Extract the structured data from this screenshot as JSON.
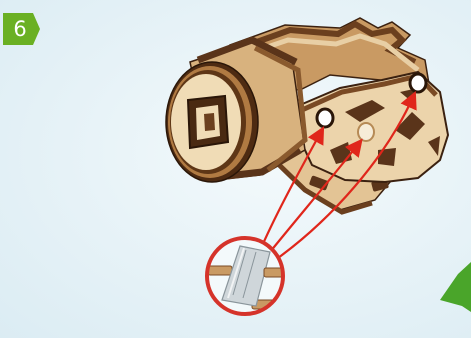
{
  "step": {
    "number": "6"
  },
  "colors": {
    "background": "#e6f2f7",
    "badge": "#6ab023",
    "arrow": "#e0261b",
    "callout_ring": "#d5332a",
    "wood_light": "#e8cfa5",
    "wood_dark": "#5a341a",
    "next_pointer": "#4aa52a"
  },
  "icons": [
    "step-badge",
    "wooden-module",
    "callout-magnifier",
    "fit-arrow",
    "next-step-pointer"
  ]
}
